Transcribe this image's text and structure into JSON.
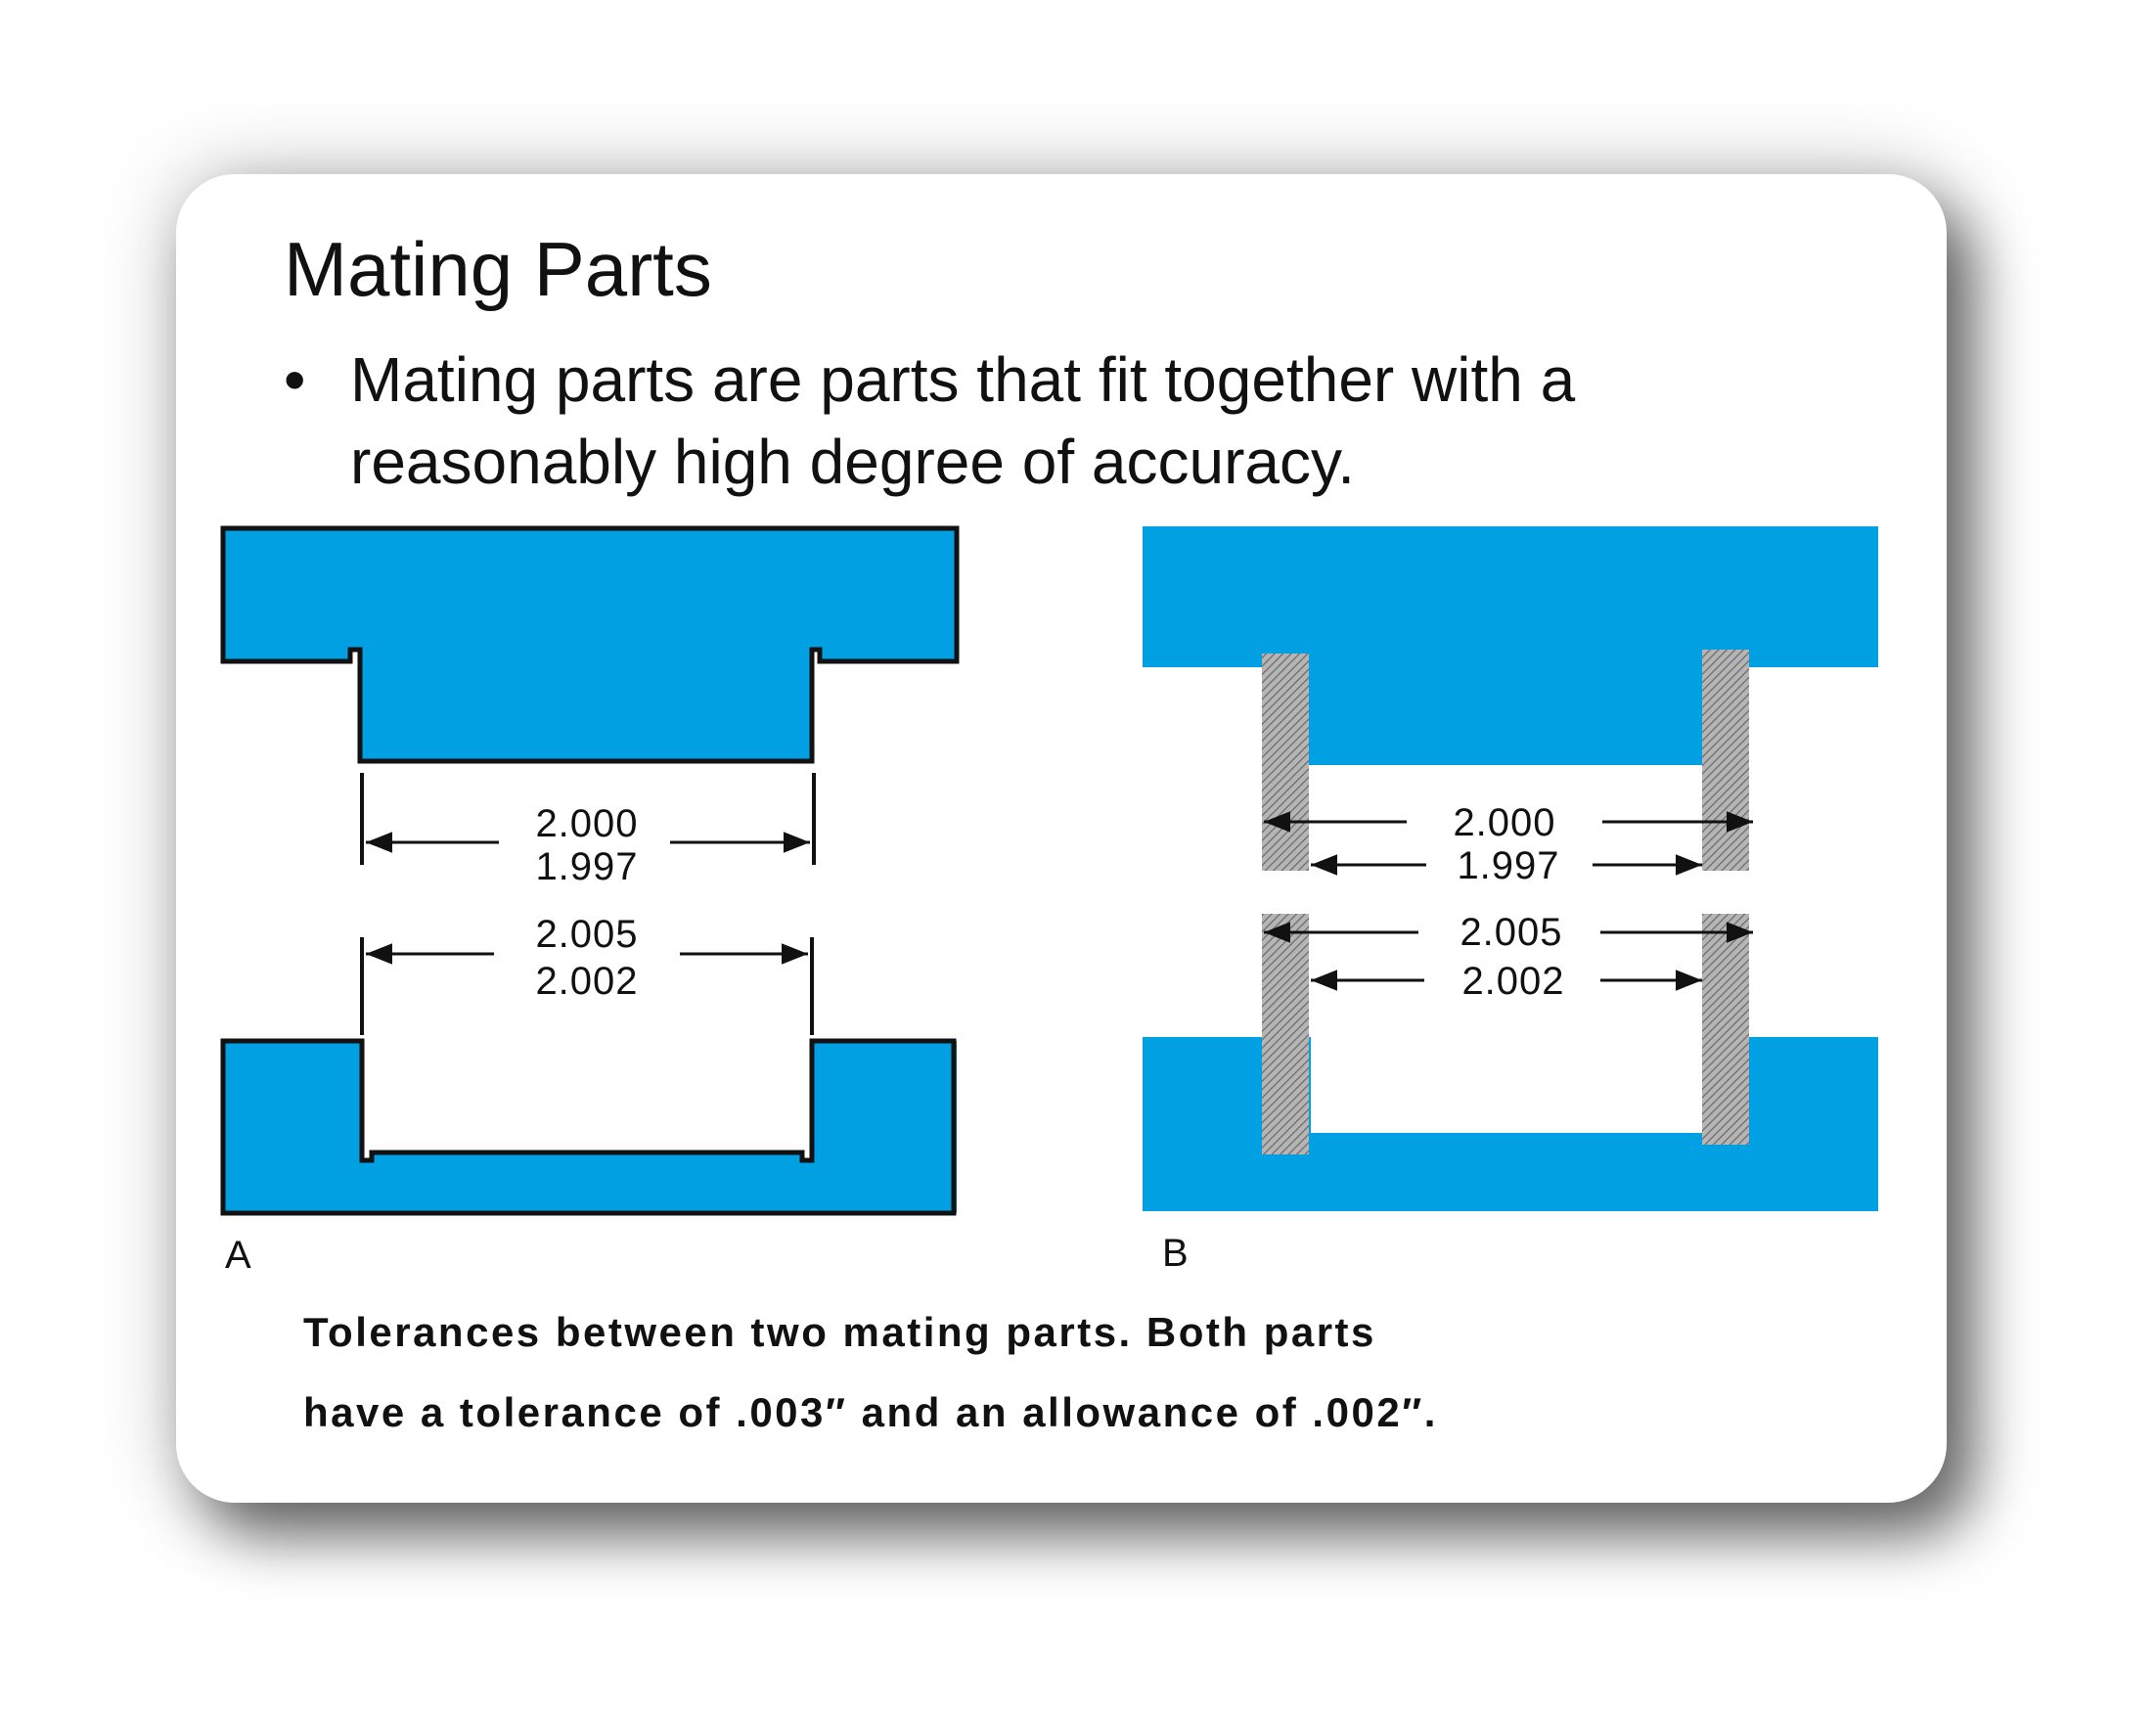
{
  "slide": {
    "title": "Mating Parts",
    "bullet": "Mating parts are parts that fit together with a reasonably high degree of accuracy.",
    "caption_line1": "Tolerances  between  two  mating  parts.    Both parts",
    "caption_line2": "have a tolerance of .003″ and an allowance of .002″."
  },
  "figure_a": {
    "label": "A",
    "upper_dim_max": "2.000",
    "upper_dim_min": "1.997",
    "lower_dim_max": "2.005",
    "lower_dim_min": "2.002"
  },
  "figure_b": {
    "label": "B",
    "upper_dim_max": "2.000",
    "upper_dim_min": "1.997",
    "lower_dim_max": "2.005",
    "lower_dim_min": "2.002"
  },
  "colors": {
    "part_fill": "#00a0e3",
    "outline": "#111111",
    "hatch": "#9a9a9a"
  }
}
